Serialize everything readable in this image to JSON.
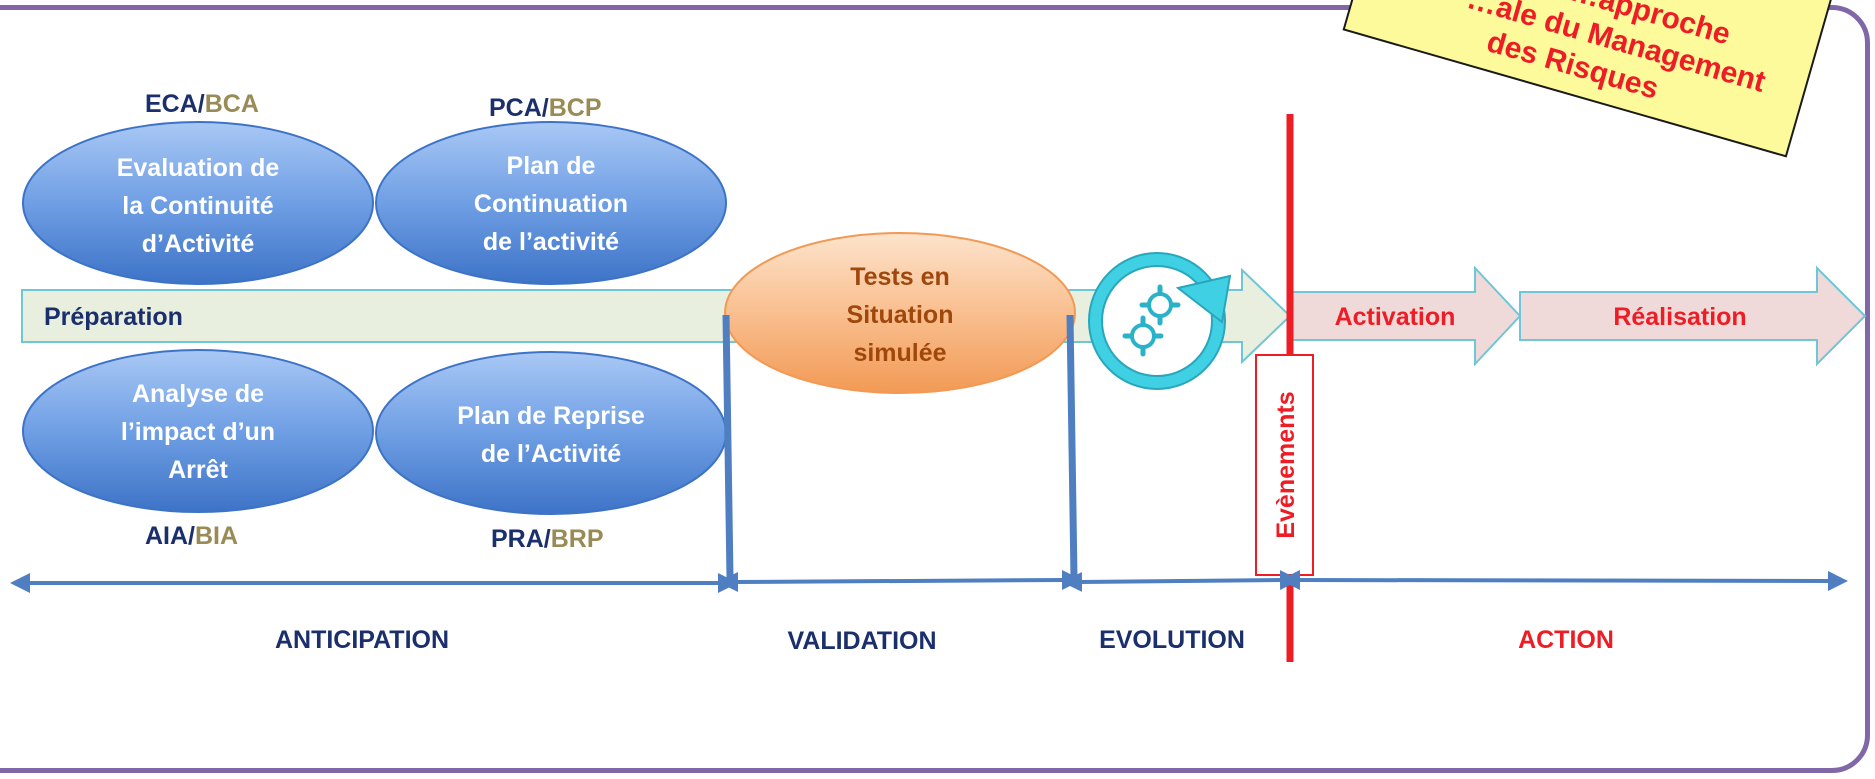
{
  "colors": {
    "frame": "#8068a8",
    "ellipse_blue": "#4f86d4",
    "ellipse_orange": "#f4a462",
    "navy": "#1a2f6b",
    "olive": "#988b55",
    "red": "#ee1c24",
    "brown": "#a0470c",
    "prep_fill": "#e9efdf",
    "action_fill": "#efd9d9",
    "teal": "#3fd0e4",
    "bar_blue": "#4f7fc1",
    "note_fill": "#fdfa9c"
  },
  "note": {
    "lines": [
      "…approche",
      "…ale du Management",
      "des Risques"
    ]
  },
  "labels": {
    "eca_a": "ECA/",
    "eca_b": "BCA",
    "pca_a": "PCA/",
    "pca_b": "BCP",
    "aia_a": "AIA/",
    "aia_b": "BIA",
    "pra_a": "PRA/",
    "pra_b": "BRP"
  },
  "ellipses": {
    "eval": [
      "Evaluation de",
      "la Continuité",
      "d’Activité"
    ],
    "plan_cont": [
      "Plan de",
      "Continuation",
      "de l’activité"
    ],
    "analyse": [
      "Analyse de",
      "l’impact d’un",
      "Arrêt"
    ],
    "plan_reprise": [
      "Plan de Reprise",
      "de l’Activité"
    ],
    "tests": [
      "Tests en",
      "Situation",
      "simulée"
    ]
  },
  "preparation": "Préparation",
  "activation": "Activation",
  "realisation": "Réalisation",
  "evenements": "Evènements",
  "icons": {
    "cycle": "gears-cycle-icon"
  },
  "phases": {
    "anticipation": "ANTICIPATION",
    "validation": "VALIDATION",
    "evolution": "EVOLUTION",
    "action": "ACTION"
  }
}
